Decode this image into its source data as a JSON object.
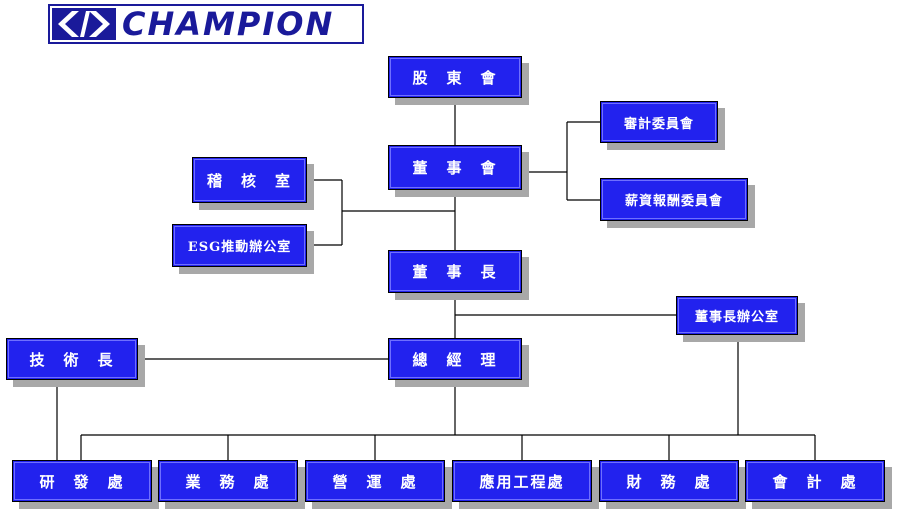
{
  "logo": {
    "text": "CHAMPION"
  },
  "org": {
    "shareholders": "股　東　會",
    "board": "董　事　會",
    "audit_committee": "審計委員會",
    "remuneration_committee": "薪資報酬委員會",
    "internal_audit": "稽　核　室",
    "esg_office": "ESG推動辦公室",
    "chairman": "董　事　長",
    "chairman_office": "董事長辦公室",
    "cto": "技　術　長",
    "president": "總　經　理",
    "rd": "研　發　處",
    "sales": "業　務　處",
    "operations": "營　運　處",
    "application_engineering": "應用工程處",
    "finance": "財　務　處",
    "accounting": "會　計　處"
  }
}
